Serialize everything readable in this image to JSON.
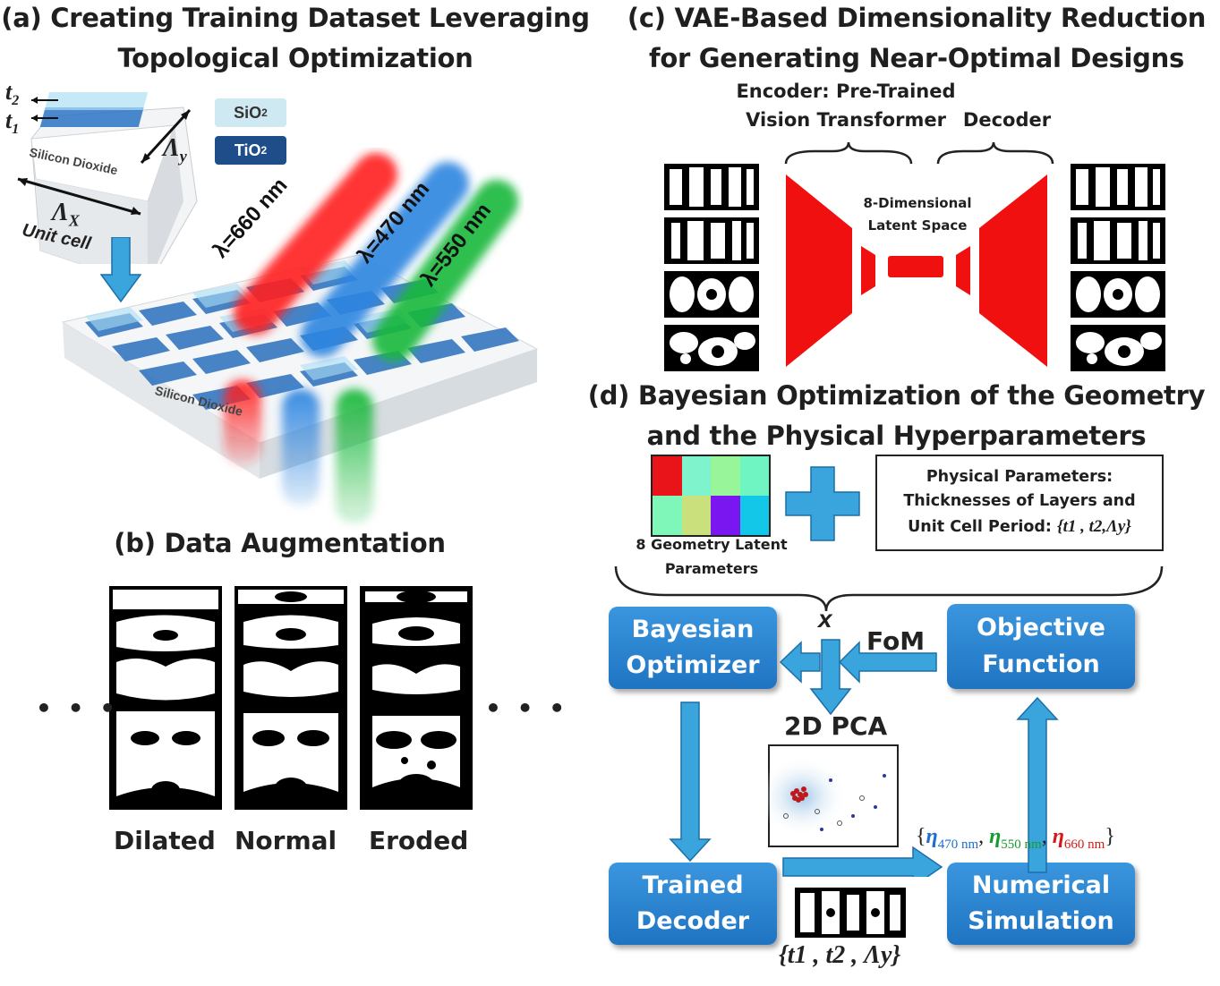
{
  "panel_a": {
    "title_line1": "(a) Creating Training Dataset Leveraging",
    "title_line2": "Topological Optimization",
    "t2": "t",
    "t2_sub": "2",
    "t1": "t",
    "t1_sub": "1",
    "lambda_y": "Λ",
    "lambda_y_sub": "y",
    "lambda_x": "Λ",
    "lambda_x_sub": "X",
    "unit_cell": "Unit cell",
    "substrate_small": "Silicon Dioxide",
    "substrate_large": "Silicon Dioxide",
    "legend_sio2": "SiO",
    "legend_sio2_sub": "2",
    "legend_tio2": "TiO",
    "legend_tio2_sub": "2",
    "beam_red": "λ=660 nm",
    "beam_blue": "λ=470 nm",
    "beam_green": "λ=550 nm",
    "colors": {
      "red": "#ff2a2a",
      "blue": "#2f86e0",
      "green": "#1dbb3a",
      "tio2": "#1f4d8a",
      "sio2": "#cde8f2"
    }
  },
  "panel_b": {
    "title": "(b) Data Augmentation",
    "labels": [
      "Dilated",
      "Normal",
      "Eroded"
    ],
    "ellipsis_left": "• • •",
    "ellipsis_right": "• • •"
  },
  "panel_c": {
    "title_line1": "(c) VAE-Based Dimensionality Reduction",
    "title_line2": "for Generating Near-Optimal Designs",
    "encoder_line1": "Encoder: Pre-Trained",
    "encoder_line2": "Vision Transformer",
    "decoder": "Decoder",
    "latent_line1": "8-Dimensional",
    "latent_line2": "Latent Space",
    "vae_color": "#f01010"
  },
  "panel_d": {
    "title_line1": "(d) Bayesian Optimization of the Geometry",
    "title_line2": "and the Physical Hyperparameters",
    "latent_caption_line1": "8 Geometry Latent",
    "latent_caption_line2": "Parameters",
    "latent_colors": [
      "#e8141a",
      "#7ef3cc",
      "#98f59a",
      "#6ef5c2",
      "#7ef7b8",
      "#c9e07c",
      "#7a16f0",
      "#12c7e8"
    ],
    "phys_line1": "Physical Parameters:",
    "phys_line2": "Thicknesses of Layers and",
    "phys_line3": "Unit Cell Period: ",
    "phys_set": "{t1 , t2,Λy}",
    "x_label": "x",
    "fom": "FoM",
    "pca_title": "2D PCA",
    "bayes_line1": "Bayesian",
    "bayes_line2": "Optimizer",
    "objective_line1": "Objective",
    "objective_line2": "Function",
    "decoder_line1": "Trained",
    "decoder_line2": "Decoder",
    "sim_line1": "Numerical",
    "sim_line2": "Simulation",
    "eff_open": "{",
    "eff_eta1": "η",
    "eff_sub1": "470 nm",
    "eff_eta2": "η",
    "eff_sub2": "550 nm",
    "eff_eta3": "η",
    "eff_sub3": "660 nm",
    "eff_close": "}",
    "params_bottom": "{t1 , t2 , Λy}",
    "arrow_color": "#3aa5dd"
  }
}
